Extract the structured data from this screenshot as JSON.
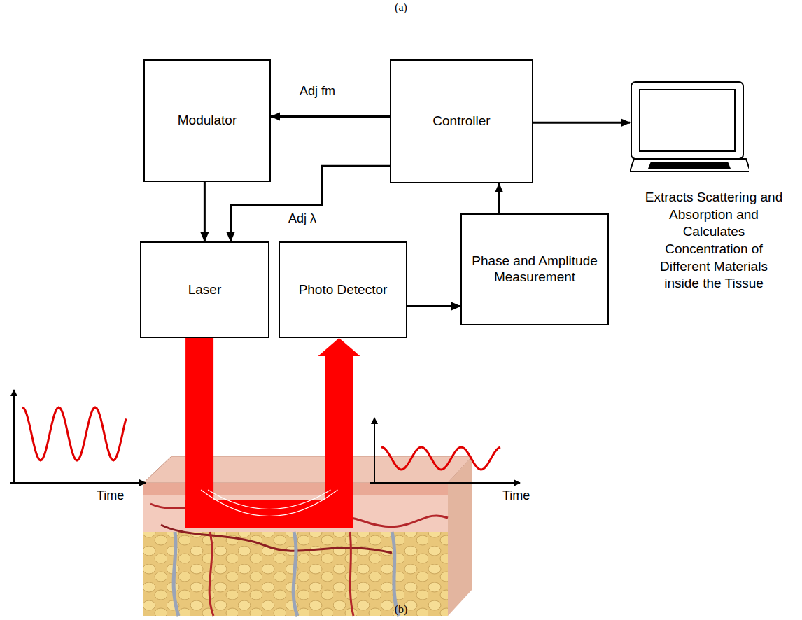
{
  "diagram": {
    "nodes": [
      {
        "text": [
          "Modulator"
        ]
      },
      {
        "text": [
          "Controller"
        ]
      },
      {
        "text": [
          "Laser"
        ]
      },
      {
        "text": [
          "Photo Detector"
        ]
      },
      {
        "text": [
          "Phase and Amplitude Measurement"
        ]
      },
      {
        "text": [
          "Extracts Scattering and Absorption and Calculates Concentration of Different Materials inside the Tissue"
        ]
      }
    ],
    "edges": [
      {
        "from": 1,
        "to": 0,
        "label": "Adj fm",
        "arrow": "to"
      },
      {
        "from": 1,
        "to": 2,
        "label": "Adj λ",
        "arrow": "to"
      },
      {
        "from": 0,
        "to": 2,
        "arrow": "to"
      },
      {
        "from": 3,
        "to": 4,
        "arrow": "to"
      },
      {
        "from": 4,
        "to": 1,
        "arrow": "to"
      },
      {
        "from": 1,
        "to": 5,
        "arrow": "to"
      },
      {
        "from": 2,
        "to": 3,
        "arrow": "to"
      }
    ],
    "labels": [
      "(a)",
      "(b)",
      "Time",
      "Time"
    ]
  }
}
